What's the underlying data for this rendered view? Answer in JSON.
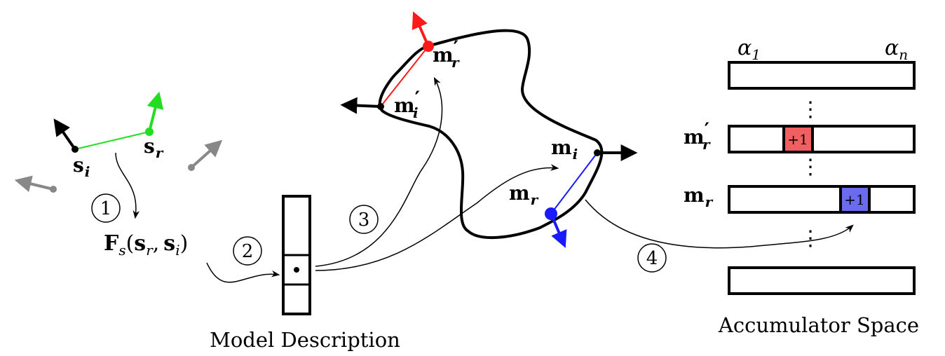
{
  "captions": {
    "model_description": "Model Description",
    "accumulator_space": "Accumulator Space"
  },
  "scene_labels": {
    "s_i": "s",
    "s_i_sub": "i",
    "s_r": "s",
    "s_r_sub": "r",
    "feature": "F",
    "feature_sub": "s",
    "feature_args_open": "(",
    "feature_arg1": "s",
    "feature_arg1_sub": "r",
    "feature_comma": ",",
    "feature_arg2": "s",
    "feature_arg2_sub": "i",
    "feature_args_close": ")"
  },
  "model_labels": {
    "m_r_prime": "m",
    "m_r_prime_sub": "r",
    "m_i_prime": "m",
    "m_i_prime_sub": "i",
    "m_i": "m",
    "m_i_sub": "i",
    "m_r": "m",
    "m_r_sub": "r",
    "prime": "′"
  },
  "steps": [
    "1",
    "2",
    "3",
    "4"
  ],
  "accumulator": {
    "alpha_first": "α",
    "alpha_first_sub": "1",
    "alpha_last": "α",
    "alpha_last_sub": "n",
    "row_label_1": "m",
    "row_label_1_sub": "r",
    "row_label_2": "m",
    "row_label_2_sub": "r",
    "vote_red": "+1",
    "vote_blue": "+1",
    "vdots": "⋮"
  },
  "colors": {
    "red": "#ff1a1a",
    "red_cell": "#f06060",
    "blue": "#1a1aff",
    "blue_cell": "#6b6bf0",
    "green": "#22dd22",
    "gray": "#888888",
    "black": "#000000"
  }
}
